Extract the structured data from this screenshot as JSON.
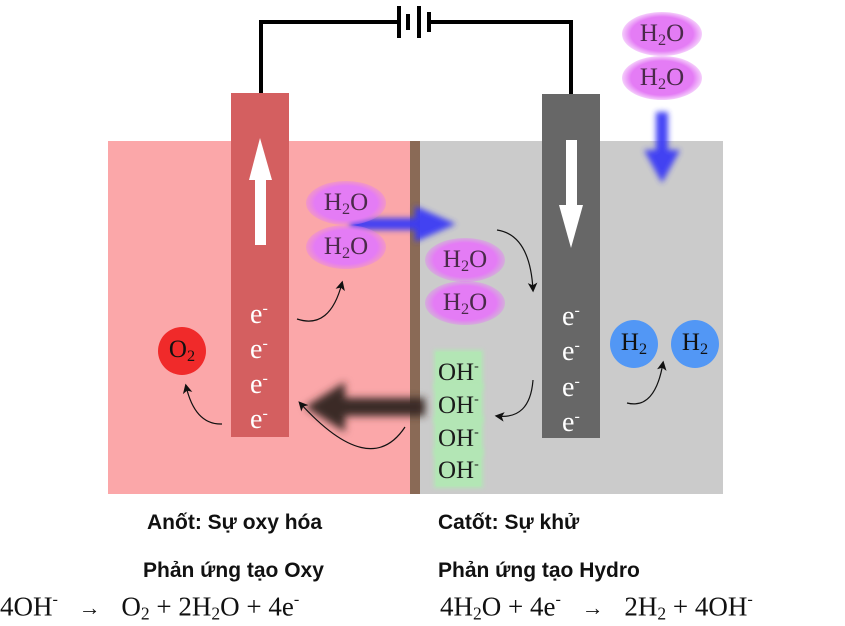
{
  "colors": {
    "anode_solution": "#fba7a9",
    "cathode_solution": "#cbcbcb",
    "membrane": "#8a6a56",
    "anode_electrode": "#d45f60",
    "cathode_electrode": "#676767",
    "water_glow": "#e47cf5",
    "hydroxide_bg": "#b3e6b5",
    "oxygen": "#f02a2a",
    "hydrogen": "#5297f5",
    "flow_arrow": "#3a3af5"
  },
  "molecules": {
    "water": {
      "base": "H",
      "sub": "2",
      "tail": "O"
    },
    "electron": {
      "base": "e",
      "sup": "-"
    },
    "hydroxide": {
      "base": "OH",
      "sup": "-"
    },
    "oxygen": {
      "base": "O",
      "sub": "2"
    },
    "hydrogen": {
      "base": "H",
      "sub": "2"
    }
  },
  "labels": {
    "anode_title": "Anốt: Sự oxy hóa",
    "anode_reaction_title": "Phản ứng tạo Oxy",
    "cathode_title": "Catốt: Sự khử",
    "cathode_reaction_title": "Phản ứng tạo Hydro"
  },
  "equations": {
    "anode": {
      "reactant": "4OH",
      "reactant_charge": "-",
      "arrow": "→",
      "p1": "O",
      "p1_sub": "2",
      "plus1": " + 2H",
      "p2_sub": "2",
      "p2_tail": "O + 4e",
      "p2_charge": "-"
    },
    "cathode": {
      "r1": "4H",
      "r1_sub": "2",
      "r1_tail": "O + 4e",
      "r1_charge": "-",
      "arrow": "→",
      "p1": "2H",
      "p1_sub": "2",
      "p2": " + 4OH",
      "p2_charge": "-"
    }
  }
}
